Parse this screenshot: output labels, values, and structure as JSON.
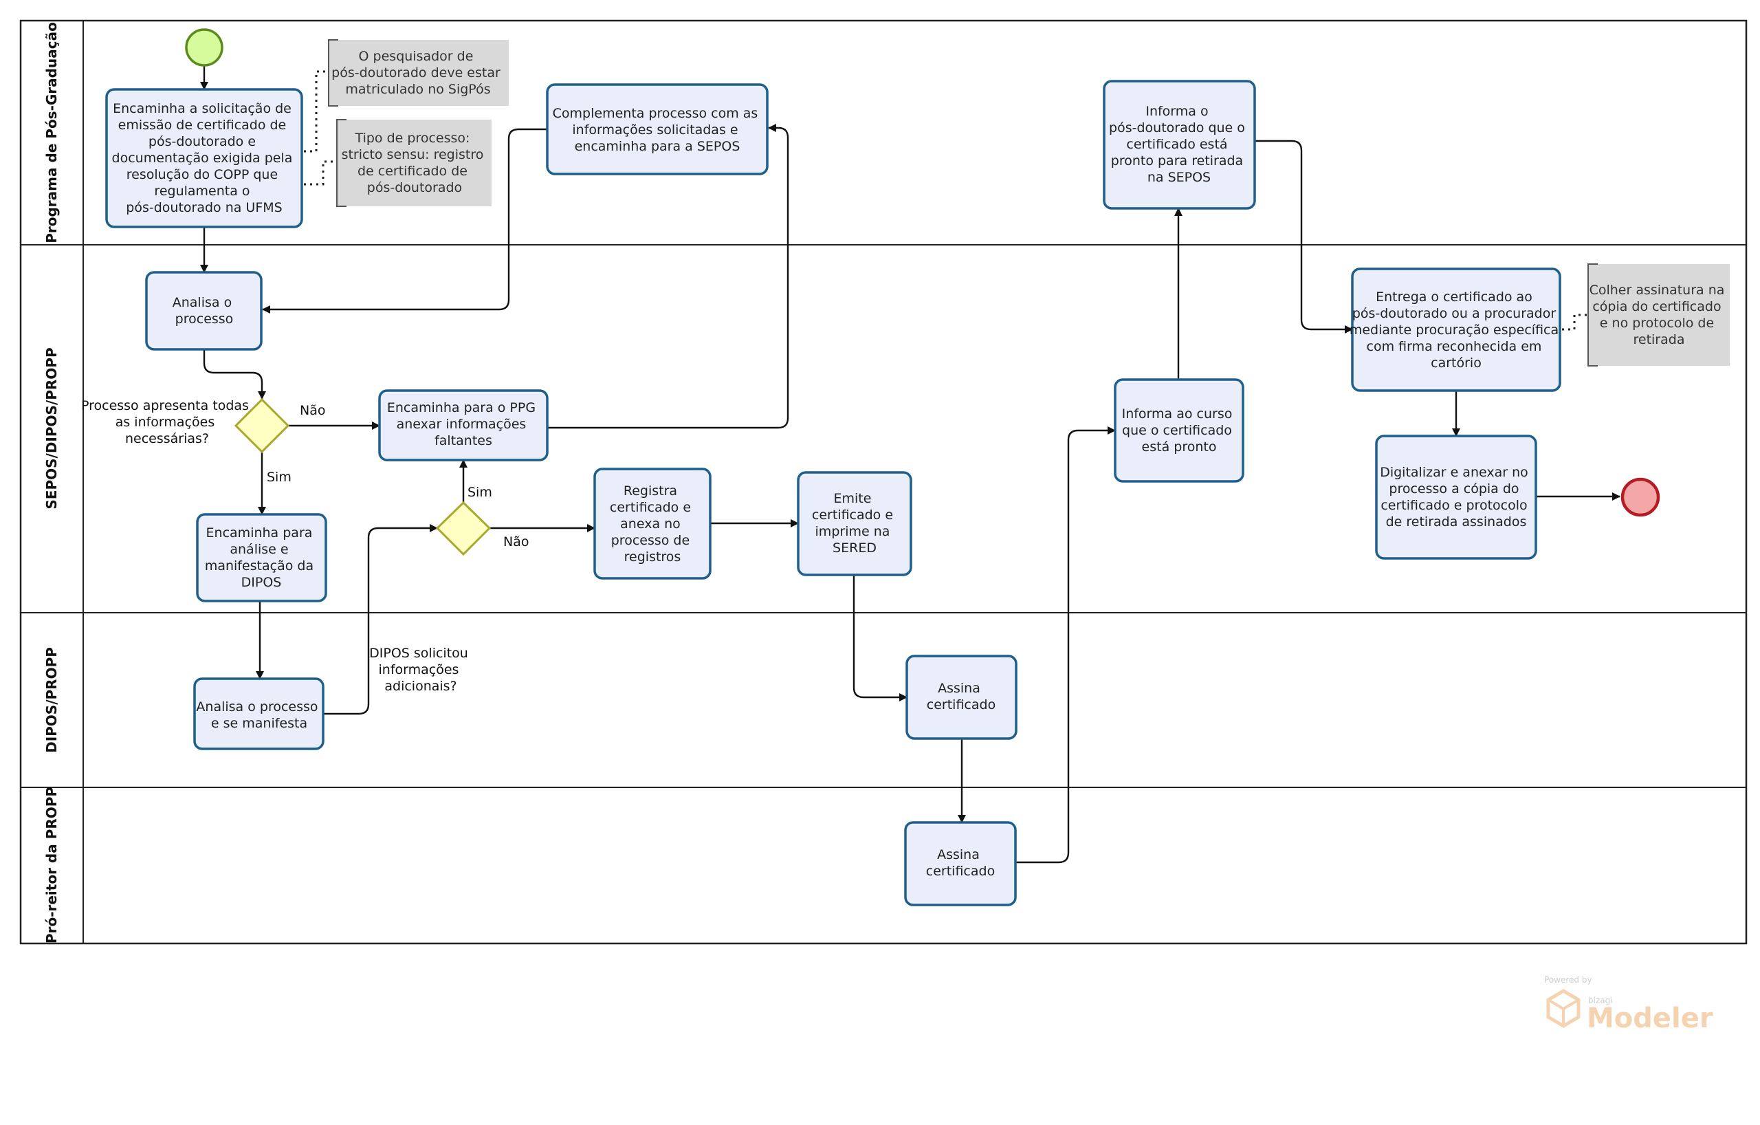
{
  "lanes": [
    {
      "id": "lane-1",
      "title": "Programa de Pós-Graduação"
    },
    {
      "id": "lane-2",
      "title": "SEPOS/DIPOS/PROPP"
    },
    {
      "id": "lane-3",
      "title": "DIPOS/PROPP"
    },
    {
      "id": "lane-4",
      "title": "Pró-reitor da PROPP"
    }
  ],
  "tasks": [
    {
      "id": "task-encaminha-solicitacao",
      "lines": [
        "Encaminha a solicitação de",
        "emissão de certificado de",
        "pós-doutorado e",
        "documentação exigida pela",
        "resolução do COPP que",
        "regulamenta o",
        "pós-doutorado na UFMS"
      ]
    },
    {
      "id": "task-analisa-processo",
      "lines": [
        "Analisa o",
        "processo"
      ]
    },
    {
      "id": "task-complementa-processo",
      "lines": [
        "Complementa processo com as",
        "informações solicitadas e",
        "encaminha para a SEPOS"
      ]
    },
    {
      "id": "task-encaminha-ppg",
      "lines": [
        "Encaminha para o PPG",
        "anexar informações",
        "faltantes"
      ]
    },
    {
      "id": "task-encaminha-dipos",
      "lines": [
        "Encaminha para",
        "análise e",
        "manifestação da",
        "DIPOS"
      ]
    },
    {
      "id": "task-analisa-manifesta",
      "lines": [
        "Analisa o processo",
        "e se manifesta"
      ]
    },
    {
      "id": "task-registra-certificado",
      "lines": [
        "Registra",
        "certificado e",
        "anexa no",
        "processo de",
        "registros"
      ]
    },
    {
      "id": "task-emite-certificado",
      "lines": [
        "Emite",
        "certificado e",
        "imprime na",
        "SERED"
      ]
    },
    {
      "id": "task-assina-dipos",
      "lines": [
        "Assina",
        "certificado"
      ]
    },
    {
      "id": "task-assina-proreitor",
      "lines": [
        "Assina",
        "certificado"
      ]
    },
    {
      "id": "task-informa-curso",
      "lines": [
        "Informa ao curso",
        "que o certificado",
        "está pronto"
      ]
    },
    {
      "id": "task-informa-posdoc",
      "lines": [
        "Informa o",
        "pós-doutorado que o",
        "certificado está",
        "pronto para retirada",
        "na SEPOS"
      ]
    },
    {
      "id": "task-entrega-certificado",
      "lines": [
        "Entrega o certificado ao",
        "pós-doutorado ou a procurador",
        "mediante procuração específica",
        "com firma reconhecida em",
        "cartório"
      ]
    },
    {
      "id": "task-digitalizar",
      "lines": [
        "Digitalizar e anexar no",
        "processo a cópia do",
        "certificado e protocolo",
        "de retirada assinados"
      ]
    }
  ],
  "notes": [
    {
      "id": "note-pesquisador",
      "lines": [
        "O pesquisador de",
        "pós-doutorado deve estar",
        "matriculado no SigPós"
      ]
    },
    {
      "id": "note-tipo-processo",
      "lines": [
        "Tipo de processo:",
        "stricto sensu: registro",
        "de certificado de",
        "pós-doutorado"
      ]
    },
    {
      "id": "note-colher-assinatura",
      "lines": [
        "Colher assinatura na",
        "cópia do certificado",
        "e no protocolo de",
        "retirada"
      ]
    }
  ],
  "gateways": [
    {
      "id": "gateway-informacoes",
      "question": [
        "Processo apresenta todas",
        "as informações",
        "necessárias?"
      ],
      "yes_label": "Sim",
      "no_label": "Não"
    },
    {
      "id": "gateway-dipos-solicitou",
      "question": [
        "DIPOS solicitou",
        "informações",
        "adicionais?"
      ],
      "yes_label": "Sim",
      "no_label": "Não"
    }
  ],
  "watermark": {
    "powered_by": "Powered by",
    "brand": "bizagi",
    "product": "Modeler"
  }
}
